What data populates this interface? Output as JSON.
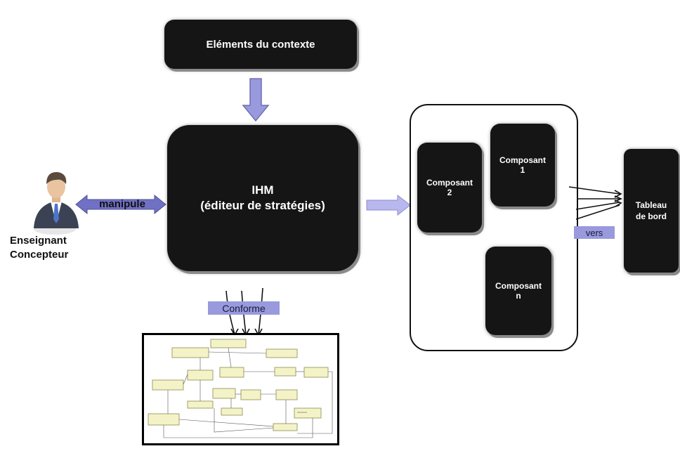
{
  "context_box": {
    "text": "Eléments du contexte"
  },
  "ihm_box": {
    "line1": "IHM",
    "line2": "(éditeur de stratégies)"
  },
  "actor": {
    "line1": "Enseignant",
    "line2": "Concepteur"
  },
  "arrows": {
    "manipule": "manipule",
    "conforme": "Conforme",
    "vers": "vers"
  },
  "components": {
    "c2": {
      "line1": "Composant",
      "line2": "2"
    },
    "c1": {
      "line1": "Composant",
      "line2": "1"
    },
    "cn": {
      "line1": "Composant",
      "line2": "n"
    }
  },
  "dashboard": {
    "line1": "Tableau",
    "line2": "de bord"
  },
  "colors": {
    "box": "#151515",
    "arrow_fill": "#9999dd",
    "arrow_stroke": "#6f6fb8",
    "label_fill": "#9999dd"
  },
  "icons": {
    "actor": "businessman-icon",
    "metamodel": "uml-class-diagram-thumbnail"
  }
}
